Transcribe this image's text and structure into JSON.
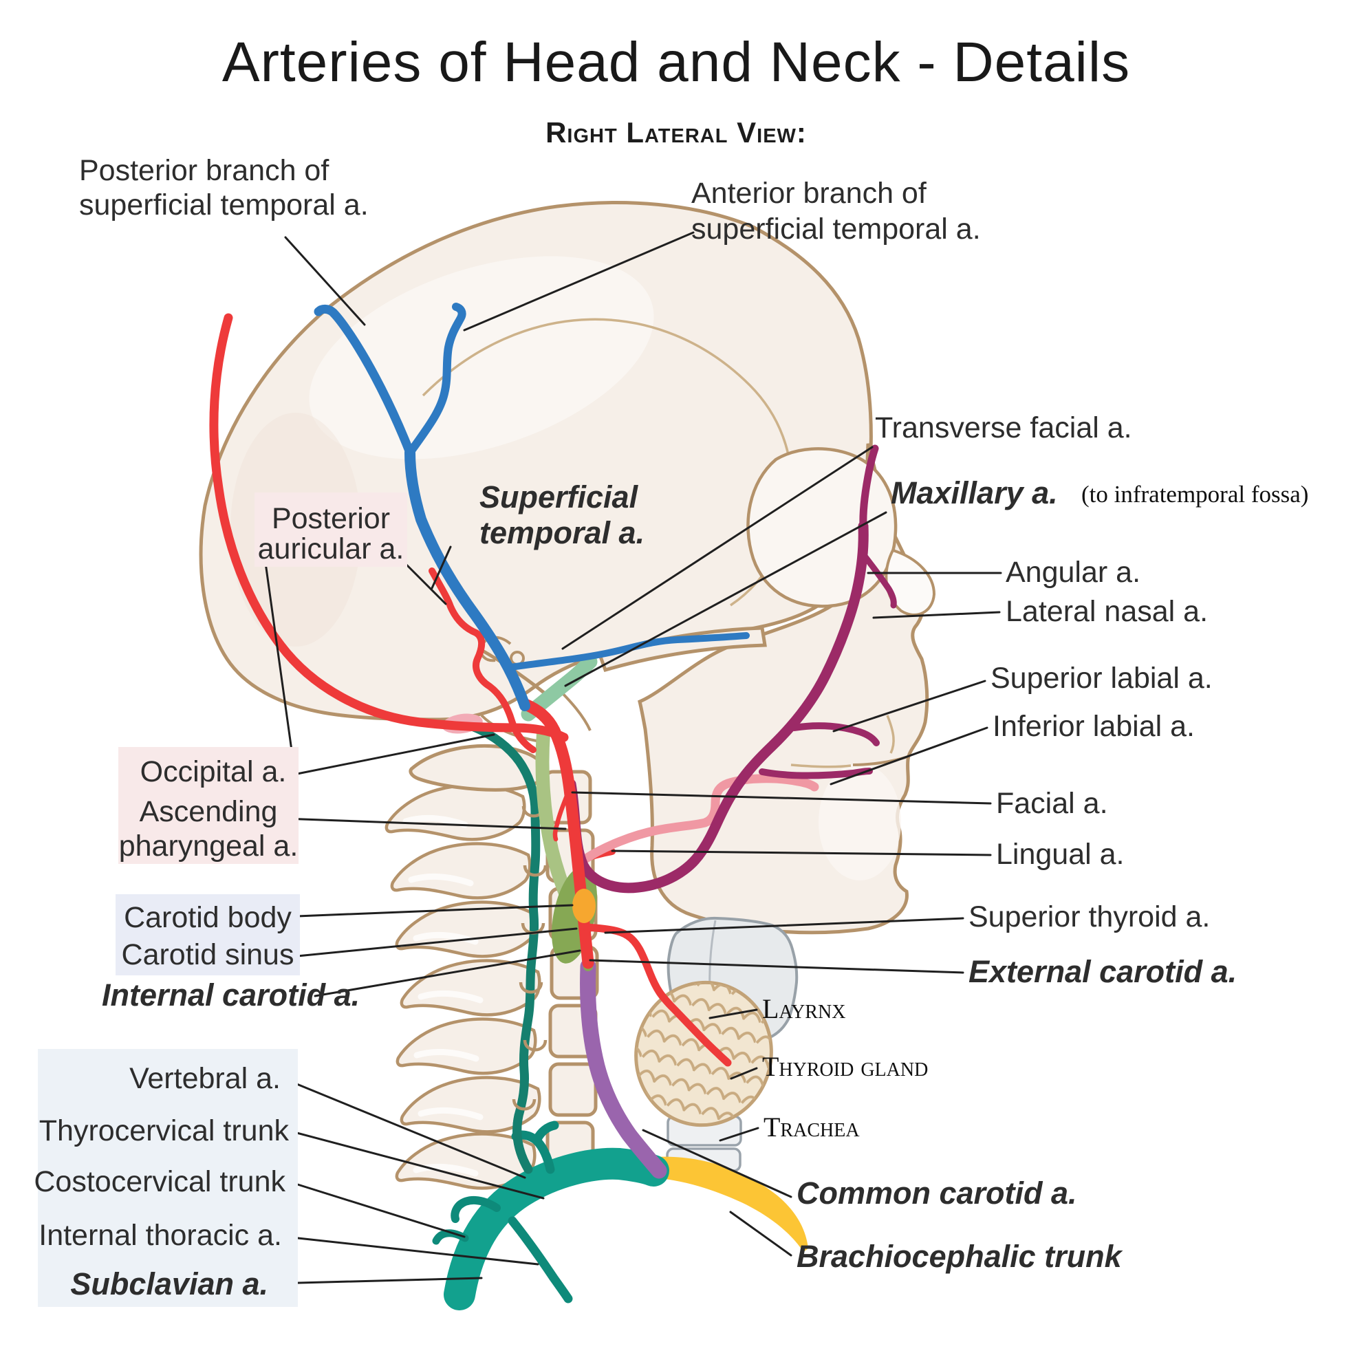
{
  "title": "Arteries of Head and Neck - Details",
  "subtitle": "Right Lateral View:",
  "labels": {
    "post_branch_sta": {
      "line1": "Posterior branch of",
      "line2": "superficial temporal a."
    },
    "ant_branch_sta": {
      "line1": "Anterior branch of",
      "line2": "superficial temporal a."
    },
    "transverse_facial": {
      "text": "Transverse facial a."
    },
    "maxillary": {
      "text": "Maxillary a.",
      "note": "(to infratemporal fossa)",
      "color": "#5abd8e"
    },
    "angular": {
      "text": "Angular a."
    },
    "lateral_nasal": {
      "text": "Lateral nasal a."
    },
    "superior_labial": {
      "text": "Superior labial a."
    },
    "inferior_labial": {
      "text": "Inferior labial a."
    },
    "facial": {
      "text": "Facial a."
    },
    "lingual": {
      "text": "Lingual a."
    },
    "superior_thyroid": {
      "text": "Superior thyroid a."
    },
    "external_carotid": {
      "text": "External carotid a.",
      "color": "#d9472e"
    },
    "larynx": {
      "text": "Layrnx"
    },
    "thyroid_gland": {
      "text": "Thyroid gland"
    },
    "trachea": {
      "text": "Trachea"
    },
    "common_carotid": {
      "text": "Common carotid a.",
      "color": "#a569b5"
    },
    "brachiocephalic": {
      "text": "Brachiocephalic trunk",
      "color": "#f8941d"
    },
    "superficial_temporal": {
      "line1": "Superficial",
      "line2": "temporal a.",
      "color": "#2878c0"
    },
    "posterior_auricular": {
      "line1": "Posterior",
      "line2": "auricular a."
    },
    "occipital": {
      "text": "Occipital a."
    },
    "asc_pharyngeal": {
      "line1": "Ascending",
      "line2": "pharyngeal a."
    },
    "carotid_body": {
      "text": "Carotid body"
    },
    "carotid_sinus": {
      "text": "Carotid sinus"
    },
    "internal_carotid": {
      "text": "Internal carotid a.",
      "color": "#8aad5c"
    },
    "vertebral": {
      "text": "Vertebral a."
    },
    "thyrocervical": {
      "text": "Thyrocervical trunk"
    },
    "costocervical": {
      "text": "Costocervical trunk"
    },
    "internal_thoracic": {
      "text": "Internal thoracic a."
    },
    "subclavian": {
      "text": "Subclavian a.",
      "color": "#178578"
    }
  },
  "colors": {
    "bone_fill": "#f6efe8",
    "bone_outline": "#b4926a",
    "artery_red": "#ee3a3a",
    "artery_blue": "#2e7ac2",
    "artery_magenta": "#9c2a67",
    "artery_pink": "#f098a3",
    "artery_maxillary_green": "#8ec9a3",
    "ica_sage": "#a9c383",
    "ica_olive": "#86a854",
    "carotid_body_orange": "#f6a72f",
    "subclavian_teal": "#12a18e",
    "vertebral_teal": "#157f6e",
    "common_carotid_purple": "#9a65ad",
    "brachiocephalic_yellow": "#fcc535",
    "larynx_gray": "#e7eaec",
    "thyroid_tan": "#f2e6d1",
    "box_pink": "#f8e9e9",
    "box_lavender": "#e9ecf6",
    "box_bluegray": "#edf2f7"
  }
}
